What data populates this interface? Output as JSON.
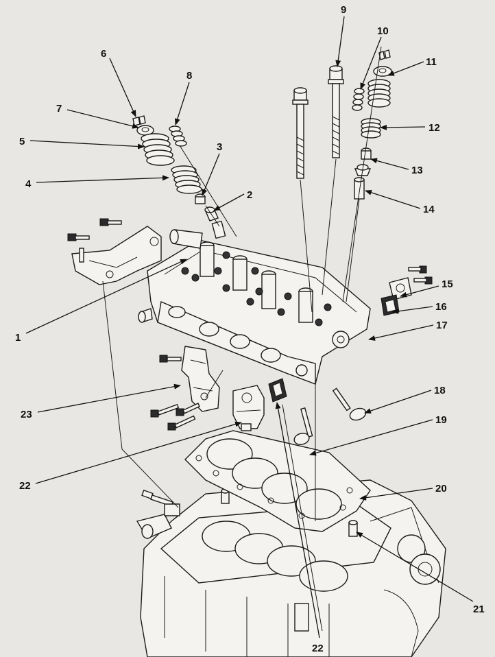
{
  "diagram": {
    "callouts": [
      {
        "id": "1",
        "label": "1"
      },
      {
        "id": "2",
        "label": "2"
      },
      {
        "id": "3",
        "label": "3"
      },
      {
        "id": "4",
        "label": "4"
      },
      {
        "id": "5",
        "label": "5"
      },
      {
        "id": "6",
        "label": "6"
      },
      {
        "id": "7",
        "label": "7"
      },
      {
        "id": "8",
        "label": "8"
      },
      {
        "id": "9",
        "label": "9"
      },
      {
        "id": "10",
        "label": "10"
      },
      {
        "id": "11",
        "label": "11"
      },
      {
        "id": "12",
        "label": "12"
      },
      {
        "id": "13",
        "label": "13"
      },
      {
        "id": "14",
        "label": "14"
      },
      {
        "id": "15",
        "label": "15"
      },
      {
        "id": "16",
        "label": "16"
      },
      {
        "id": "17",
        "label": "17"
      },
      {
        "id": "18",
        "label": "18"
      },
      {
        "id": "19",
        "label": "19"
      },
      {
        "id": "20",
        "label": "20"
      },
      {
        "id": "21",
        "label": "21"
      },
      {
        "id": "22a",
        "label": "22"
      },
      {
        "id": "22b",
        "label": "22"
      },
      {
        "id": "23",
        "label": "23"
      }
    ]
  }
}
